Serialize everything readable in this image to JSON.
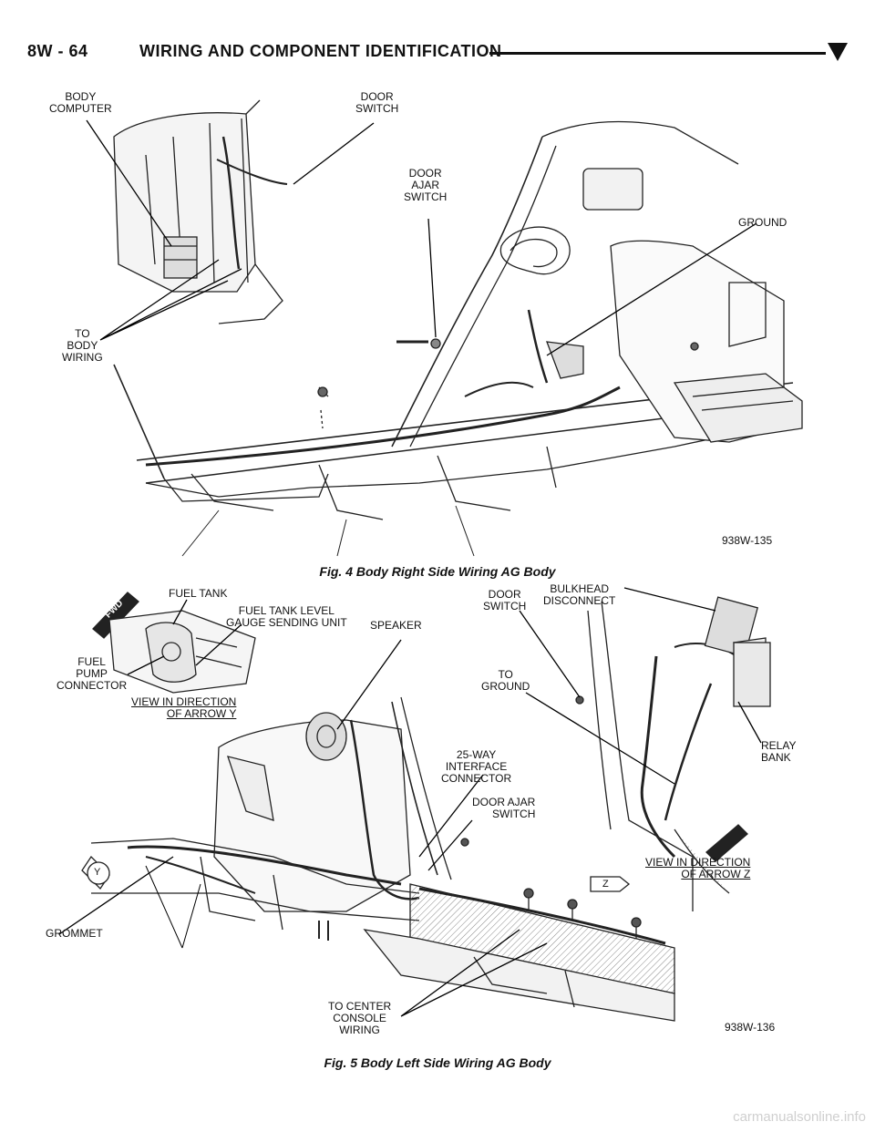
{
  "header": {
    "page_number": "8W - 64",
    "section_title": "WIRING AND COMPONENT IDENTIFICATION"
  },
  "figure4": {
    "caption": "Fig. 4 Body Right Side Wiring AG Body",
    "code": "938W-135",
    "labels": {
      "body_computer": "BODY\nCOMPUTER",
      "door_switch": "DOOR\nSWITCH",
      "door_ajar_switch": "DOOR\nAJAR\nSWITCH",
      "ground": "GROUND",
      "to_body_wiring": "TO\nBODY\nWIRING"
    }
  },
  "figure5": {
    "caption": "Fig. 5 Body Left Side Wiring AG Body",
    "code": "938W-136",
    "labels": {
      "fuel_tank": "FUEL TANK",
      "fuel_tank_level": "FUEL TANK LEVEL\nGAUGE SENDING UNIT",
      "fuel_pump_connector": "FUEL\nPUMP\nCONNECTOR",
      "view_arrow_y": "VIEW IN DIRECTION\nOF ARROW Y",
      "speaker": "SPEAKER",
      "door_switch": "DOOR\nSWITCH",
      "bulkhead_disconnect": "BULKHEAD\nDISCONNECT",
      "to_ground": "TO\nGROUND",
      "twentyfive_way": "25-WAY\nINTERFACE\nCONNECTOR",
      "door_ajar_switch": "DOOR AJAR\nSWITCH",
      "relay_bank": "RELAY\nBANK",
      "view_arrow_z": "VIEW IN DIRECTION\nOF ARROW Z",
      "grommet": "GROMMET",
      "to_center_console": "TO CENTER\nCONSOLE\nWIRING"
    },
    "badges": {
      "fwd": "FWD",
      "y": "Y",
      "z": "Z"
    }
  },
  "watermark": "carmanualsonline.info"
}
